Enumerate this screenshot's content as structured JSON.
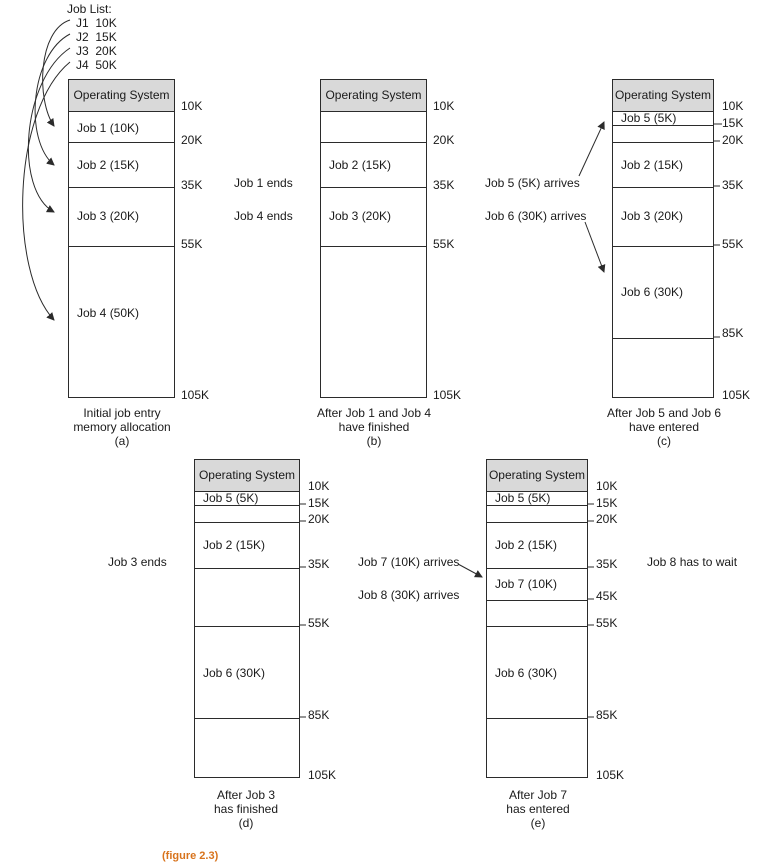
{
  "job_list": {
    "title": "Job List:",
    "items": [
      {
        "job": "J1",
        "size": "10K"
      },
      {
        "job": "J2",
        "size": "15K"
      },
      {
        "job": "J3",
        "size": "20K"
      },
      {
        "job": "J4",
        "size": "50K"
      }
    ]
  },
  "os_label": "Operating System",
  "panel_a": {
    "jobs": [
      "Job 1   (10K)",
      "Job 2   (15K)",
      "Job 3   (20K)",
      "Job 4   (50K)"
    ],
    "addresses": [
      "10K",
      "20K",
      "35K",
      "55K",
      "105K"
    ],
    "caption": [
      "Initial job entry",
      "memory allocation",
      "(a)"
    ]
  },
  "events_ab": [
    "Job 1 ends",
    "Job 4 ends"
  ],
  "panel_b": {
    "jobs": [
      "Job 2   (15K)",
      "Job 3   (20K)"
    ],
    "addresses": [
      "10K",
      "20K",
      "35K",
      "55K",
      "105K"
    ],
    "caption": [
      "After Job 1 and Job 4",
      "have finished",
      "(b)"
    ]
  },
  "events_bc": [
    "Job 5 (5K) arrives",
    "Job 6 (30K) arrives"
  ],
  "panel_c": {
    "jobs": [
      "Job 5   (5K)",
      "Job 2   (15K)",
      "Job 3   (20K)",
      "Job 6   (30K)"
    ],
    "addresses": [
      "10K",
      "15K",
      "20K",
      "35K",
      "55K",
      "85K",
      "105K"
    ],
    "caption": [
      "After Job 5 and Job 6",
      "have entered",
      "(c)"
    ]
  },
  "events_d": [
    "Job 3 ends"
  ],
  "panel_d": {
    "jobs": [
      "Job 5   (5K)",
      "Job 2   (15K)",
      "Job 6   (30K)"
    ],
    "addresses": [
      "10K",
      "15K",
      "20K",
      "35K",
      "55K",
      "85K",
      "105K"
    ],
    "caption": [
      "After Job 3",
      "has finished",
      "(d)"
    ]
  },
  "events_de": [
    "Job 7 (10K) arrives",
    "Job 8 (30K) arrives"
  ],
  "panel_e": {
    "jobs": [
      "Job 5   (5K)",
      "Job 2   (15K)",
      "Job 7   (10K)",
      "Job 6   (30K)"
    ],
    "addresses": [
      "10K",
      "15K",
      "20K",
      "35K",
      "45K",
      "55K",
      "85K",
      "105K"
    ],
    "caption": [
      "After Job 7",
      "has entered",
      "(e)"
    ]
  },
  "events_e": [
    "Job 8 has to wait"
  ],
  "figure_label": "(figure 2.3)",
  "colors": {
    "os_fill": "#d9d9d9",
    "line": "#2b2b2b",
    "figure_label": "#d8731c"
  }
}
